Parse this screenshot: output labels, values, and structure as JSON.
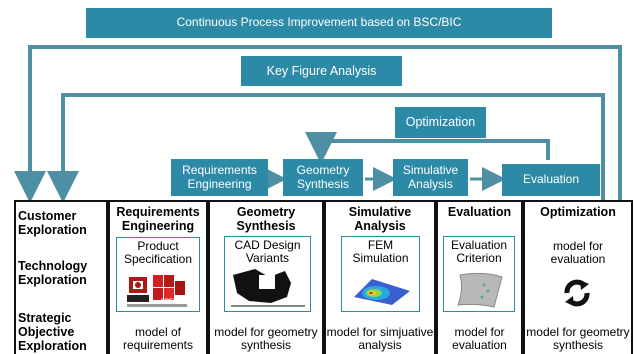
{
  "banners": {
    "cpi": "Continuous Process Improvement based on BSC/BIC",
    "kfa": "Key Figure Analysis",
    "opt": "Optimization"
  },
  "flow": {
    "req": "Requirements Engineering",
    "geo": "Geometry Synthesis",
    "sim": "Simulative Analysis",
    "eval": "Evaluation"
  },
  "columns": {
    "left": {
      "items": [
        "Customer Exploration",
        "Technology Exploration",
        "Strategic Objective Exploration"
      ]
    },
    "req": {
      "title": "Requirements Engineering",
      "box": "Product Specification",
      "output": "model of requirements",
      "logo": "SPECS"
    },
    "geo": {
      "title": "Geometry Synthesis",
      "box": "CAD Design Variants",
      "output": "model for geometry synthesis"
    },
    "sim": {
      "title": "Simulative Analysis",
      "box": "FEM Simulation",
      "output": "model for simjuative analysis"
    },
    "eval": {
      "title": "Evaluation",
      "box": "Evaluation Criterion",
      "output": "model for evaluation"
    },
    "opt": {
      "title": "Optimization",
      "top": "model for evaluation",
      "output": "model for geometry synthesis"
    }
  },
  "colors": {
    "teal": "#2c8aa6",
    "connector": "#4f8fa3",
    "border": "#111111"
  },
  "icons": [
    "specs-logo-icon",
    "cad-part-icon",
    "fem-mesh-icon",
    "curved-panel-icon",
    "cycle-arrows-icon"
  ]
}
